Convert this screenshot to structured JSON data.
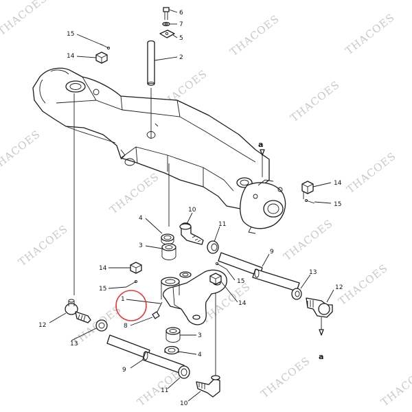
{
  "watermark_text": "THACOES",
  "highlight_color": "#e23b3b",
  "reference_letter": "a",
  "callouts": {
    "c1": "1",
    "c2": "2",
    "c3a": "3",
    "c3b": "3",
    "c4a": "4",
    "c4b": "4",
    "c5": "5",
    "c6": "6",
    "c7": "7",
    "c8": "8",
    "c9a": "9",
    "c9b": "9",
    "c10a": "10",
    "c10b": "10",
    "c11a": "11",
    "c11b": "11",
    "c12a": "12",
    "c12b": "12",
    "c13a": "13",
    "c13b": "13",
    "c14a": "14",
    "c14b": "14",
    "c14c": "14",
    "c14d": "14",
    "c15a": "15",
    "c15b": "15",
    "c15c": "15",
    "c15d": "15"
  }
}
